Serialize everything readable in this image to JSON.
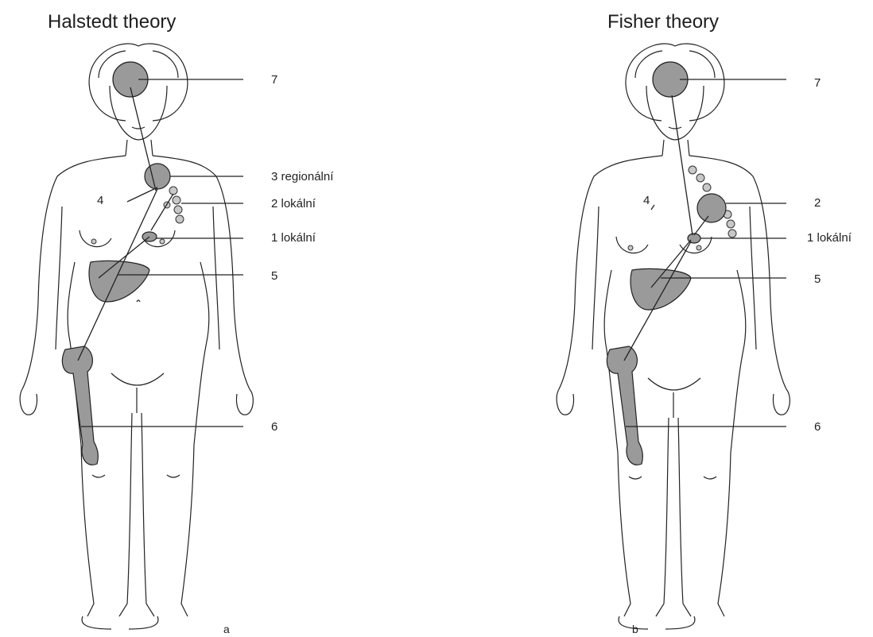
{
  "panels": [
    {
      "title": "Halstedt theory",
      "sublabel": "a",
      "labels": {
        "l7": "7",
        "l3": "3 regionální",
        "l4": "4",
        "l2": "2 lokální",
        "l1": "1 lokální",
        "l5": "5",
        "l6": "6"
      }
    },
    {
      "title": "Fisher theory",
      "sublabel": "b",
      "labels": {
        "l7": "7",
        "l4": "4",
        "l2": "2",
        "l1": "1 lokální",
        "l5": "5",
        "l6": "6"
      }
    }
  ],
  "icons": [
    "body-outline-illustration",
    "brain-metastasis",
    "liver-metastasis",
    "femur-metastasis",
    "lymph-node-chain",
    "breast-tumor"
  ]
}
